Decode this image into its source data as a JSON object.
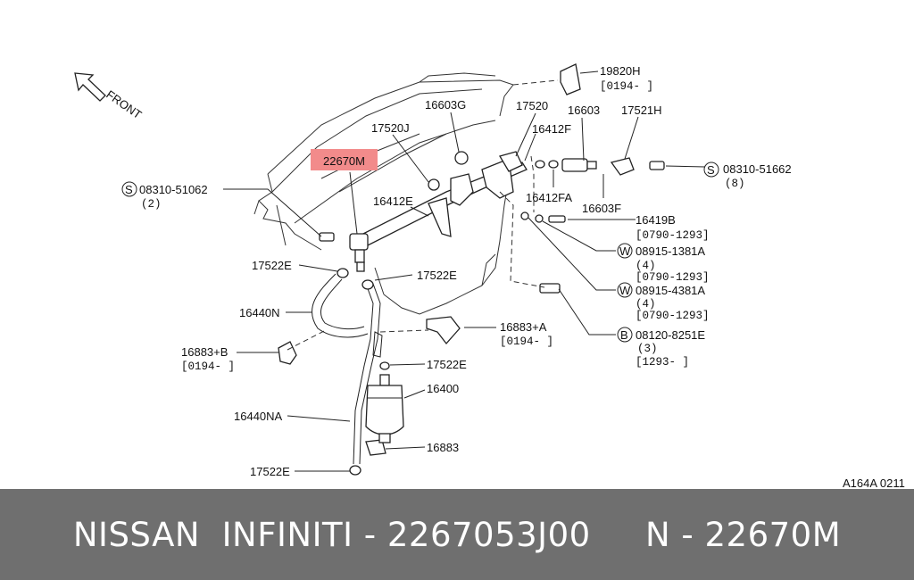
{
  "diagram": {
    "front_label": "FRONT",
    "code": "A164A 0211",
    "highlighted_part": "22670M",
    "parts": {
      "p19820H": "19820H",
      "p19820H_sub": "[0194-   ]",
      "p17520": "17520",
      "p16603G": "16603G",
      "p16603": "16603",
      "p17521H": "17521H",
      "p17520J": "17520J",
      "p16412F": "16412F",
      "p22670M": "22670M",
      "pS08310_51662": "08310-51662",
      "pS08310_51662_sub": "(8)",
      "pS08310_51062": "08310-51062",
      "pS08310_51062_sub": "(2)",
      "p16412FA": "16412FA",
      "p16603F": "16603F",
      "p16412E": "16412E",
      "p16419B": "16419B",
      "p16419B_sub": "[0790-1293]",
      "pW08915_1381A": "08915-1381A",
      "pW08915_1381A_sub1": "(4)",
      "pW08915_1381A_sub2": "[0790-1293]",
      "p17522E_a": "17522E",
      "p17522E_b": "17522E",
      "pW08915_4381A": "08915-4381A",
      "pW08915_4381A_sub1": "(4)",
      "pW08915_4381A_sub2": "[0790-1293]",
      "p16440N": "16440N",
      "p16883A": "16883+A",
      "p16883A_sub": "[0194-   ]",
      "pB08120_8251E": "08120-8251E",
      "pB08120_8251E_sub1": "(3)",
      "pB08120_8251E_sub2": "[1293-   ]",
      "p16883B": "16883+B",
      "p16883B_sub": "[0194-   ]",
      "p17522E_c": "17522E",
      "p16400": "16400",
      "p16440NA": "16440NA",
      "p16883": "16883",
      "p17522E_d": "17522E"
    },
    "circle_marks": {
      "s1": "S",
      "s2": "S",
      "w1": "W",
      "w2": "W",
      "b1": "B"
    }
  },
  "footer": {
    "text": "NISSAN  INFINITI - 2267053J00     N - 22670M"
  }
}
